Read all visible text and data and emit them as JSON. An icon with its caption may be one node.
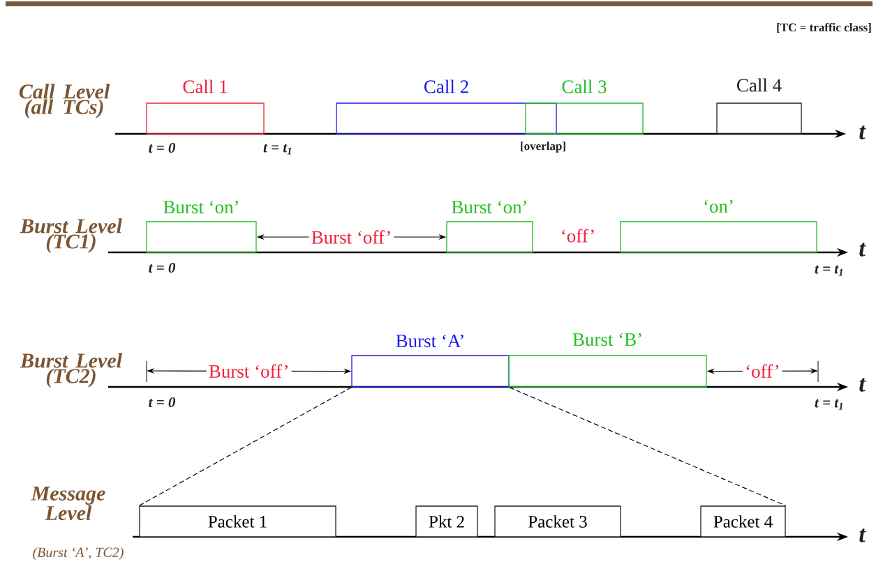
{
  "diagram": {
    "nodes": [
      {
        "text": [
          "Call 1"
        ]
      },
      {
        "text": [
          "Call 2"
        ]
      },
      {
        "text": [
          "Call 3"
        ]
      },
      {
        "text": [
          "Call 4"
        ]
      },
      {
        "text": [
          "Burst ‘on’"
        ]
      },
      {
        "text": [
          "Burst ‘on’"
        ]
      },
      {
        "text": [
          "‘on’"
        ]
      },
      {
        "text": [
          "Burst ‘A’"
        ]
      },
      {
        "text": [
          "Burst ‘B’"
        ]
      },
      {
        "text": [
          "Packet 1"
        ]
      },
      {
        "text": [
          "Pkt 2"
        ]
      },
      {
        "text": [
          "Packet 3"
        ]
      },
      {
        "text": [
          "Packet 4"
        ]
      }
    ],
    "edges": [
      {
        "from": 4,
        "to": 5,
        "arrow": "both",
        "label": "Burst ‘off’"
      },
      {
        "from": null,
        "to": 7,
        "arrow": "both",
        "label": "Burst ‘off’"
      },
      {
        "from": 8,
        "to": null,
        "arrow": "both",
        "label": "‘off’"
      },
      {
        "from": 7,
        "to": 9,
        "arrow": "none",
        "style": "dashed"
      },
      {
        "from": 7,
        "to": 12,
        "arrow": "none",
        "style": "dashed"
      }
    ],
    "labels": [
      "[TC = traffic class]",
      "Call Level (all TCs)",
      "t = 0",
      "t = t$_{1}$",
      "[overlap]",
      "t",
      "Burst Level (TC1)",
      "‘off’",
      "t = 0",
      "t = t$_{1}$",
      "t",
      "Burst Level (TC2)",
      "t = 0",
      "t = t$_{1}$",
      "t",
      "Message Level",
      "(Burst ‘A’, TC2)",
      "t"
    ]
  }
}
